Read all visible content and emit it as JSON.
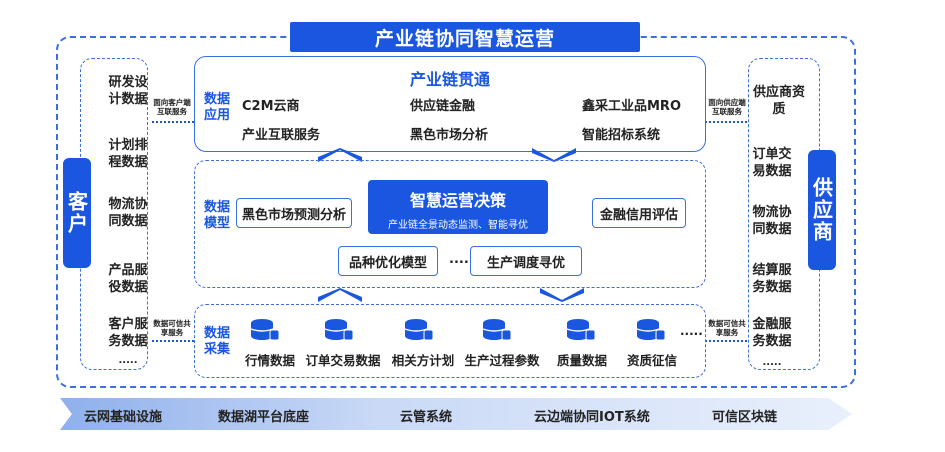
{
  "title": "产业链协同智慧运营",
  "customer": {
    "tag": "客户",
    "items": [
      "研发设计数据",
      "计划排程数据",
      "物流协同数据",
      "产品服役数据",
      "客户服务数据",
      "....."
    ],
    "top_link": "面向客户端互联服务",
    "bottom_link": "数据可信共享服务"
  },
  "supplier": {
    "tag": "供应商",
    "items": [
      "供应商资质",
      "订单交易数据",
      "物流协同数据",
      "结算服务数据",
      "金融服务数据",
      "....."
    ],
    "top_link": "面向供应端互联服务",
    "bottom_link": "数据可信共享服务"
  },
  "data_app": {
    "label": "数据应用",
    "title": "产业链贯通",
    "items": [
      "C2M云商",
      "供应链金融",
      "鑫采工业品MRO",
      "产业互联服务",
      "黑色市场分析",
      "智能招标系统"
    ]
  },
  "data_model": {
    "label": "数据模型",
    "left_box": "黑色市场预测分析",
    "decision_title": "智慧运营决策",
    "decision_sub": "产业链全景动态监测、智能寻优",
    "right_box": "金融信用评估",
    "bottom_left": "品种优化模型",
    "ellipsis": "....",
    "bottom_right": "生产调度寻优"
  },
  "data_collect": {
    "label": "数据采集",
    "items": [
      "行情数据",
      "订单交易数据",
      "相关方计划",
      "生产过程参数",
      "质量数据",
      "资质征信"
    ],
    "more": "....."
  },
  "infrastructure": [
    "云网基础设施",
    "数据湖平台底座",
    "云管系统",
    "云边端协同IOT系统",
    "可信区块链"
  ],
  "colors": {
    "primary": "#1a56e0",
    "dash": "#3a6fe0"
  }
}
